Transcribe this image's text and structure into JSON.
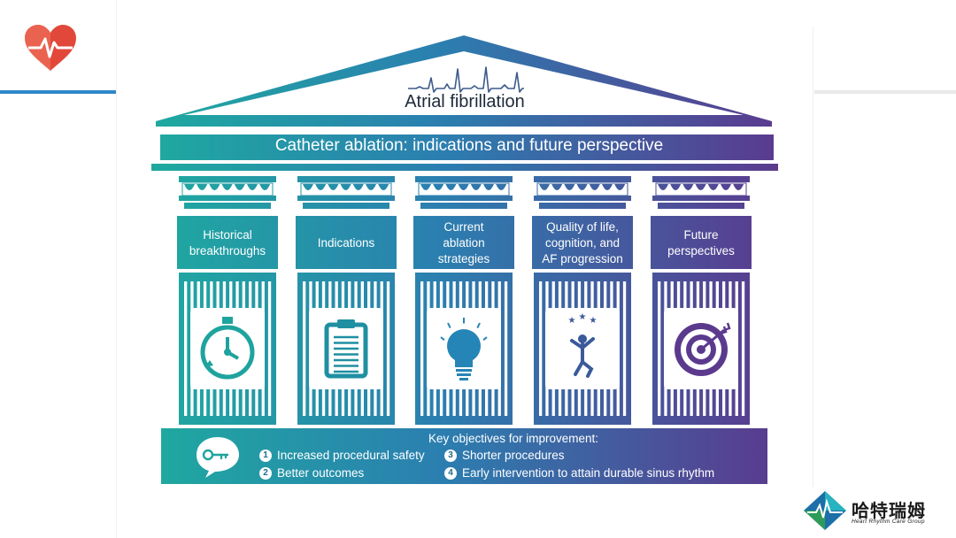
{
  "roof": {
    "title": "Atrial fibrillation"
  },
  "banner": {
    "title": "Catheter ablation: indications and future perspective"
  },
  "pillars": [
    {
      "label": "Historical\nbreakthroughs",
      "icon": "stopwatch-icon"
    },
    {
      "label": "Indications",
      "icon": "clipboard-icon"
    },
    {
      "label": "Current\nablation\nstrategies",
      "icon": "lightbulb-icon"
    },
    {
      "label": "Quality of life,\ncognition, and\nAF progression",
      "icon": "person-stars-icon"
    },
    {
      "label": "Future\nperspectives",
      "icon": "target-icon"
    }
  ],
  "objectives": {
    "title": "Key objectives for improvement:",
    "items": [
      {
        "num": "1",
        "text": "Increased procedural safety"
      },
      {
        "num": "2",
        "text": "Better outcomes"
      },
      {
        "num": "3",
        "text": "Shorter procedures"
      },
      {
        "num": "4",
        "text": "Early intervention to attain durable sinus rhythm"
      }
    ]
  },
  "brand": {
    "name_cn": "哈特瑞姆",
    "name_en": "Heart Rhythm Care Group"
  },
  "colors": {
    "teal": "#1fa39e",
    "purple": "#5b3a8e",
    "accent_blue": "#2f87c9",
    "heart_red": "#e2483a"
  }
}
